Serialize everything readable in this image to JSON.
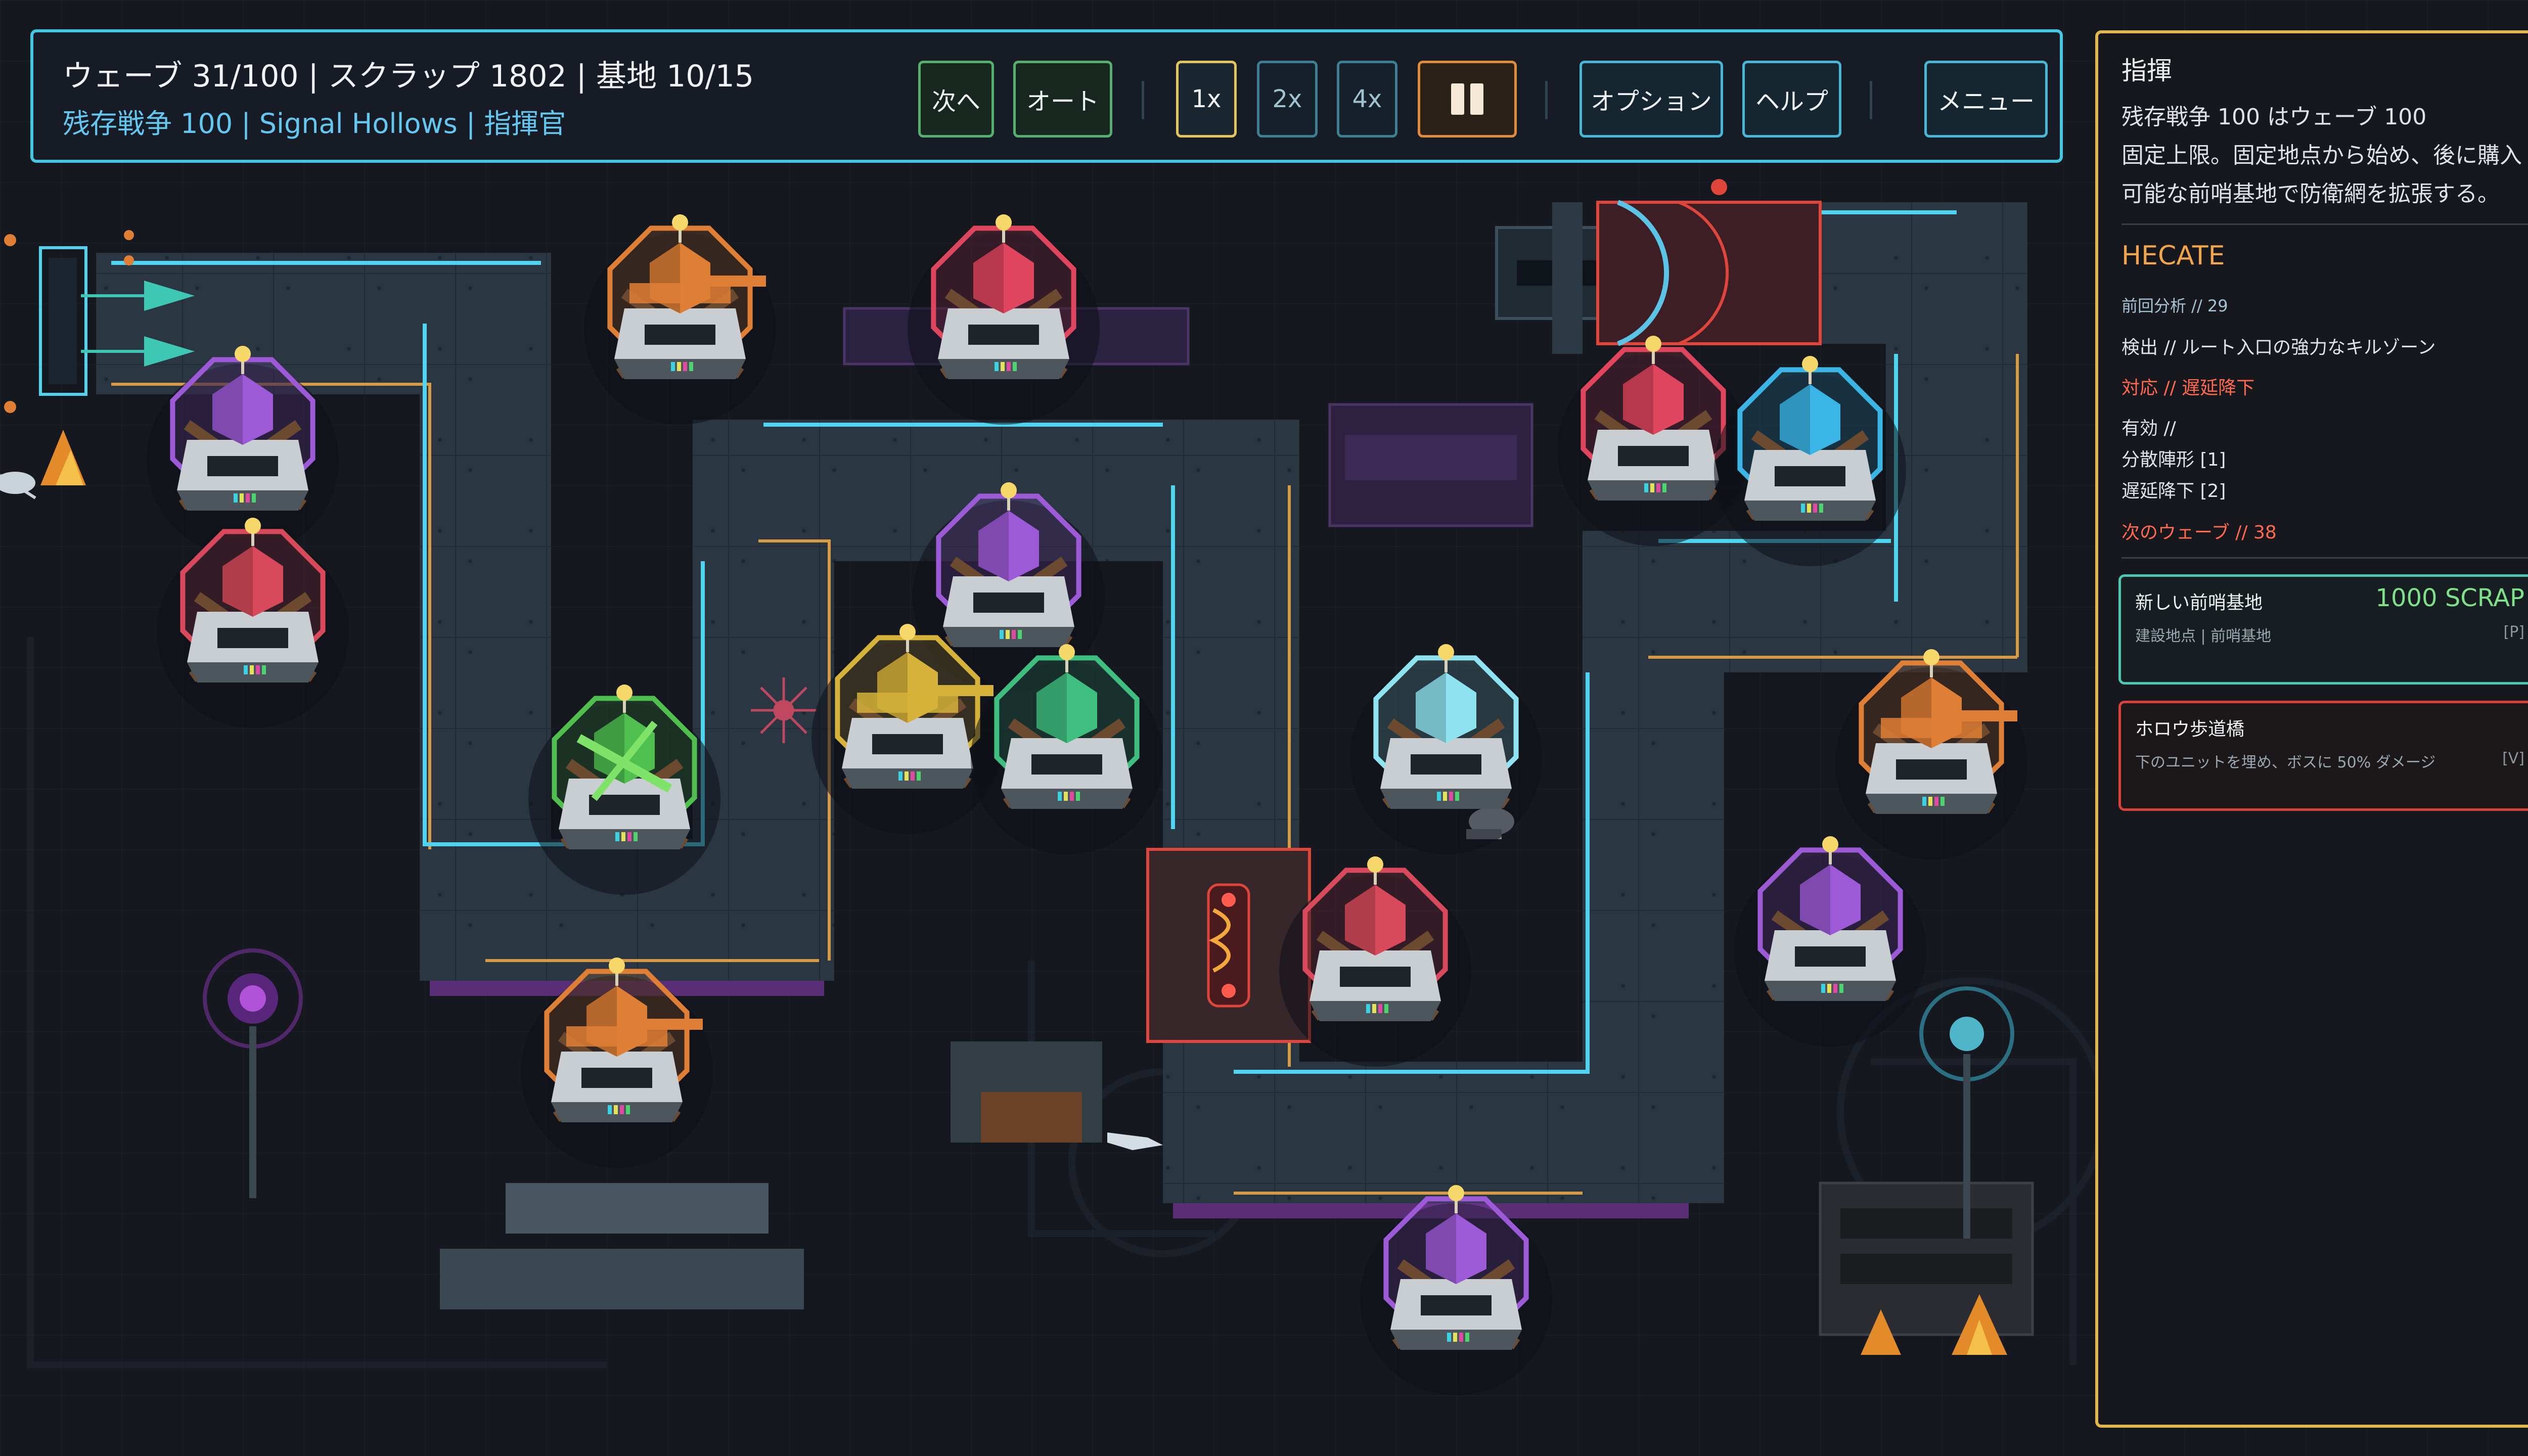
{
  "hud": {
    "title": "ウェーブ 31/100 | スクラップ 1802 | 基地 10/15",
    "subtitle": "残存戦争 100 | Signal Hollows | 指揮官",
    "buttons": {
      "next": "次へ",
      "auto": "オート",
      "speed_1x": "1x",
      "speed_2x": "2x",
      "speed_4x": "4x",
      "options": "オプション",
      "help": "ヘルプ",
      "menu": "メニュー"
    },
    "active_speed": "1x"
  },
  "panel": {
    "heading": "指揮",
    "description_lines": [
      "残存戦争 100 はウェーブ 100",
      "固定上限。固定地点から始め、後に購入",
      "可能な前哨基地で防衛網を拡張する。"
    ],
    "advisor": "HECATE",
    "last_analysis": "前回分析 // 29",
    "detection": "検出 // ルート入口の強力なキルゾーン",
    "response": "対応 // 遅延降下",
    "effective": "有効 //",
    "effective_items": [
      "分散陣形 [1]",
      "遅延降下 [2]"
    ],
    "next_wave": "次のウェーブ // 38",
    "cards": [
      {
        "title": "新しい前哨基地",
        "cost": "1000 SCRAP",
        "sub": "建設地点 | 前哨基地",
        "key": "[P]"
      },
      {
        "title": "ホロウ歩道橋",
        "cost": "",
        "sub": "下のユニットを埋め、ボスに 50% ダメージ",
        "key": "[V]"
      }
    ]
  },
  "colors": {
    "hud_border": "#45c6e3",
    "panel_border": "#e2b84e",
    "path": "#2b3742",
    "path_edge_cyan": "#4fd3ee",
    "path_edge_orange": "#d99a45",
    "tower_purple": "#9c5ad6",
    "tower_red": "#e0455e",
    "tower_orange": "#df7f36",
    "tower_green": "#4fbf4f",
    "tower_yellow": "#d6b23a",
    "tower_teal": "#3fbf7f",
    "tower_ice": "#8fe3f0",
    "tower_blue": "#3ab5e6",
    "tower_pink": "#d84a5b"
  },
  "towers": [
    {
      "type": "orange-cannon",
      "color": "#df7f36"
    },
    {
      "type": "red-crystal",
      "color": "#e0455e"
    },
    {
      "type": "purple-crystal",
      "color": "#9c5ad6"
    },
    {
      "type": "pink-crystal",
      "color": "#d84a5b"
    },
    {
      "type": "purple-crystal",
      "color": "#9c5ad6"
    },
    {
      "type": "green-crossbow",
      "color": "#4fbf4f"
    },
    {
      "type": "yellow-cannon",
      "color": "#d6b23a"
    },
    {
      "type": "teal-crystal",
      "color": "#3fbf7f"
    },
    {
      "type": "ice-crystal",
      "color": "#8fe3f0"
    },
    {
      "type": "orange-cannon",
      "color": "#df7f36"
    },
    {
      "type": "red-crystal",
      "color": "#e0455e"
    },
    {
      "type": "pink-crystal",
      "color": "#d84a5b"
    },
    {
      "type": "blue-crystal",
      "color": "#3ab5e6"
    },
    {
      "type": "orange-cannon",
      "color": "#df7f36"
    },
    {
      "type": "purple-crystal",
      "color": "#9c5ad6"
    },
    {
      "type": "purple-crystal",
      "color": "#9c5ad6"
    }
  ]
}
